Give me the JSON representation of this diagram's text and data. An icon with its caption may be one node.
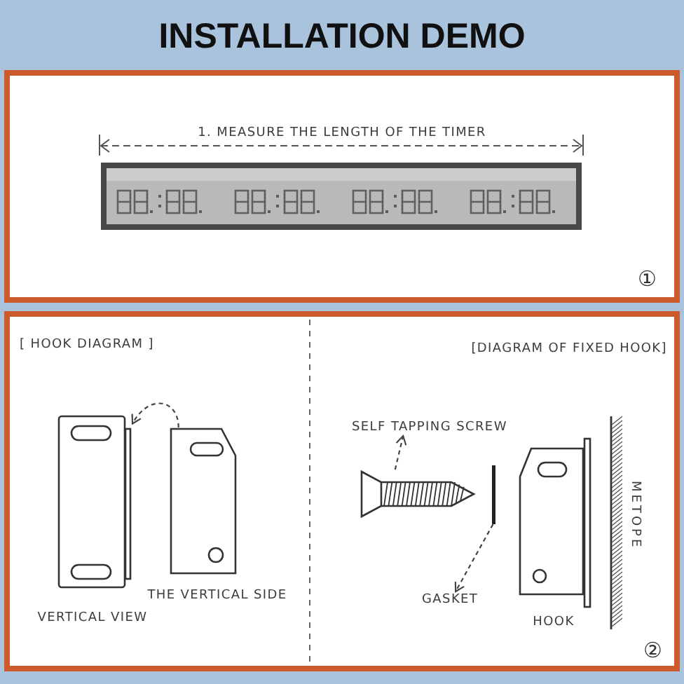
{
  "diagram": {
    "title": "INSTALLATION DEMO",
    "nodes": [
      {
        "text": [
          "①"
        ]
      },
      {
        "text": [
          "②"
        ]
      },
      {
        "text": [],
        "shape": "picture",
        "in": 1,
        "beside": [
          "VERTICAL VIEW"
        ]
      },
      {
        "text": [],
        "shape": "picture",
        "in": 1,
        "beside": [
          "THE VERTICAL SIDE"
        ]
      },
      {
        "text": [],
        "shape": "picture",
        "in": 1
      },
      {
        "text": [
          "SELF TAPPING SCREW"
        ],
        "in": 1
      },
      {
        "text": [],
        "shape": "bar",
        "in": 1
      },
      {
        "text": [
          "GASKET"
        ],
        "in": 1
      },
      {
        "text": [],
        "shape": "picture",
        "in": 1,
        "beside": [
          "HOOK"
        ]
      },
      {
        "text": [],
        "shape": "picture",
        "in": 1,
        "beside": [
          "METOPE"
        ]
      }
    ],
    "edges": [
      {
        "from": 3,
        "to": 2,
        "arrow": "to",
        "style": "dashed"
      },
      {
        "from": 4,
        "to": 5,
        "arrow": "to",
        "style": "dashed"
      },
      {
        "from": 6,
        "to": 7,
        "arrow": "to",
        "style": "dashed"
      }
    ],
    "labels": [
      "1. MEASURE THE LENGTH OF THE TIMER",
      "[ HOOK DIAGRAM ]",
      "[DIAGRAM OF FIXED HOOK]"
    ]
  }
}
